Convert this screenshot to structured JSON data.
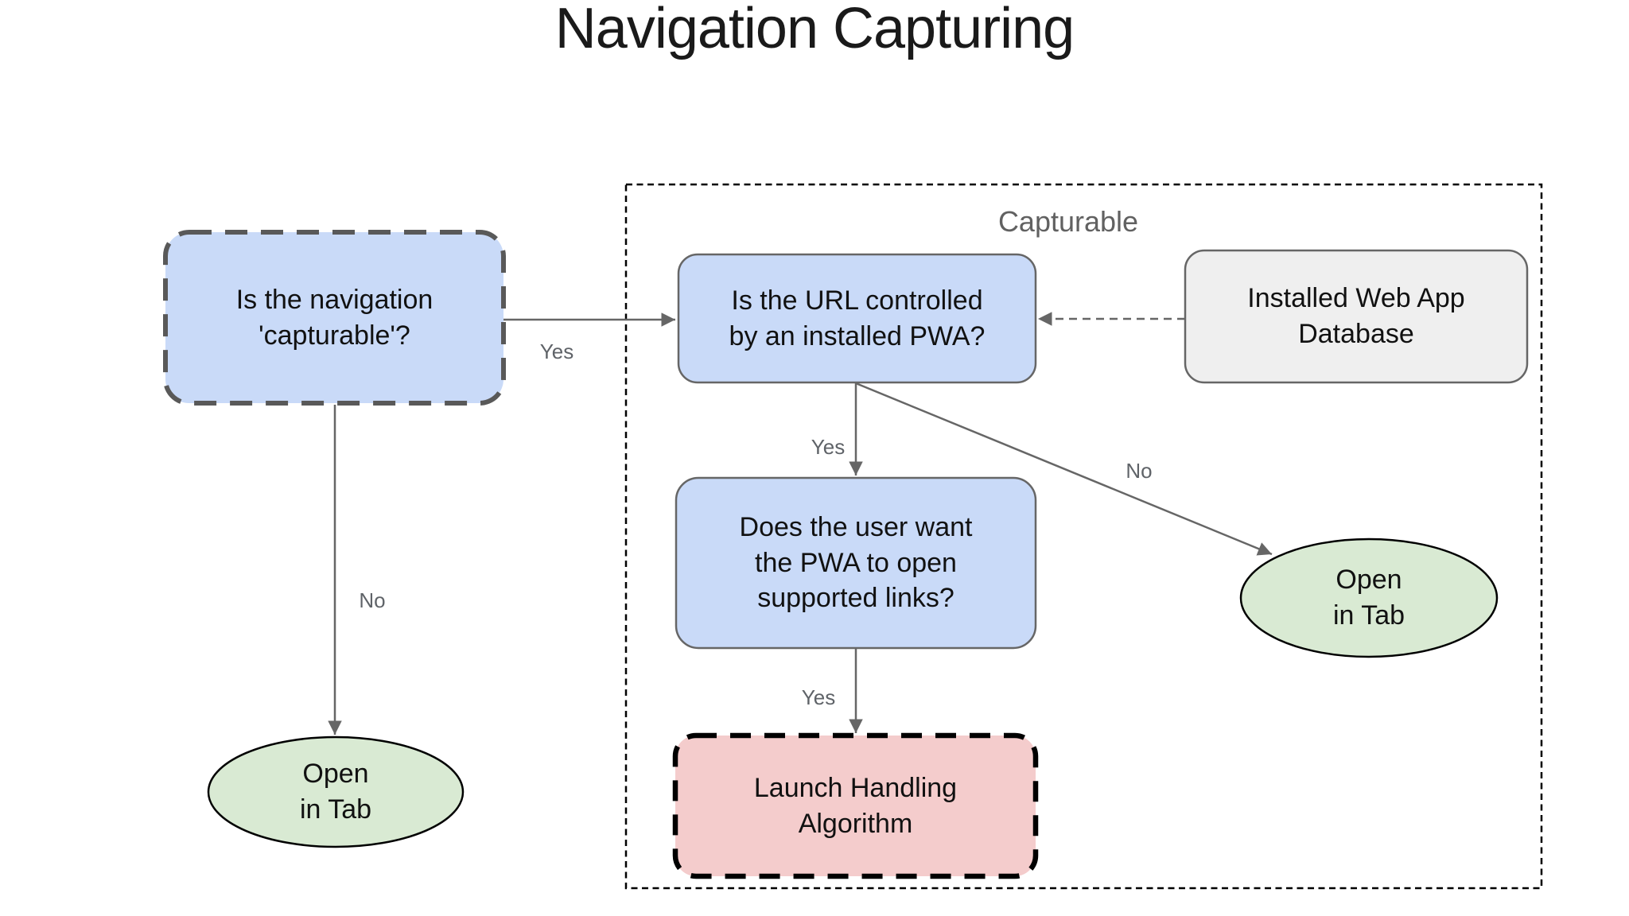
{
  "title": "Navigation Capturing",
  "region": {
    "label": "Capturable"
  },
  "nodes": {
    "capturable_question": {
      "text": "Is the navigation\n'capturable'?"
    },
    "url_controlled": {
      "text": "Is the URL controlled\nby an installed PWA?"
    },
    "webapp_db": {
      "text": "Installed Web App\nDatabase"
    },
    "user_want": {
      "text": "Does the user want\nthe PWA to open\nsupported links?"
    },
    "launch_handling": {
      "text": "Launch Handling\nAlgorithm"
    },
    "open_in_tab_left": {
      "text": "Open\nin Tab"
    },
    "open_in_tab_right": {
      "text": "Open\nin Tab"
    }
  },
  "edge_labels": {
    "capturable_yes": "Yes",
    "capturable_no": "No",
    "url_yes": "Yes",
    "url_no": "No",
    "user_want_yes": "Yes"
  },
  "colors": {
    "node_blue": "#c9daf8",
    "node_green": "#d9ead3",
    "node_red": "#f4cccc",
    "node_gray": "#efefef",
    "border_gray": "#666666",
    "border_dark_gray": "#595959",
    "border_black": "#000000",
    "arrow_gray": "#666666",
    "label_gray": "#5f6368",
    "title_black": "#1a1a1a",
    "background": "#ffffff"
  }
}
